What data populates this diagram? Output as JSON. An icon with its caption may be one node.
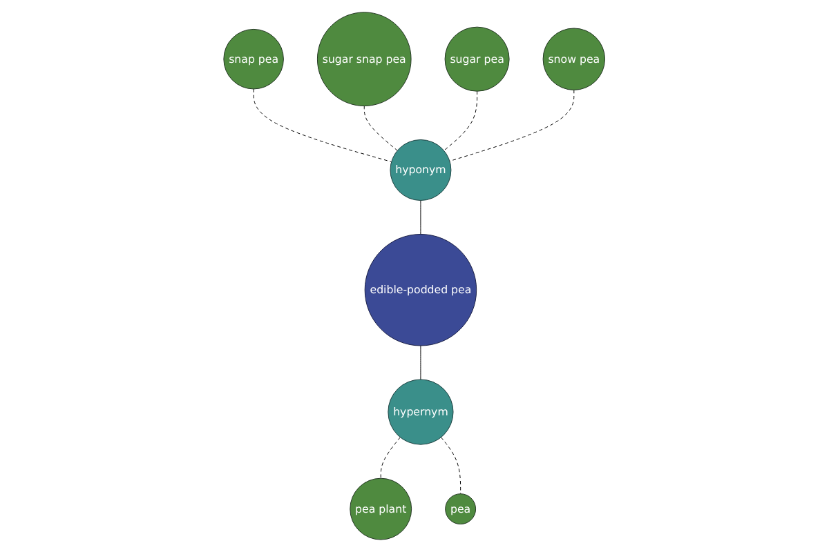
{
  "diagram": {
    "nodes": [
      {
        "text": [
          "snap pea"
        ]
      },
      {
        "text": [
          "sugar snap pea"
        ]
      },
      {
        "text": [
          "sugar pea"
        ]
      },
      {
        "text": [
          "snow pea"
        ]
      },
      {
        "text": [
          "hyponym"
        ]
      },
      {
        "text": [
          "edible-podded pea"
        ]
      },
      {
        "text": [
          "hypernym"
        ]
      },
      {
        "text": [
          "pea plant"
        ]
      },
      {
        "text": [
          "pea"
        ]
      }
    ],
    "edges": [
      {
        "from": 0,
        "to": 4,
        "arrow": "none",
        "style": "dashed"
      },
      {
        "from": 1,
        "to": 4,
        "arrow": "none",
        "style": "dashed"
      },
      {
        "from": 2,
        "to": 4,
        "arrow": "none",
        "style": "dashed"
      },
      {
        "from": 3,
        "to": 4,
        "arrow": "none",
        "style": "dashed"
      },
      {
        "from": 4,
        "to": 5,
        "arrow": "none"
      },
      {
        "from": 5,
        "to": 6,
        "arrow": "none"
      },
      {
        "from": 6,
        "to": 7,
        "arrow": "none",
        "style": "dashed"
      },
      {
        "from": 6,
        "to": 8,
        "arrow": "none",
        "style": "dashed"
      }
    ]
  }
}
